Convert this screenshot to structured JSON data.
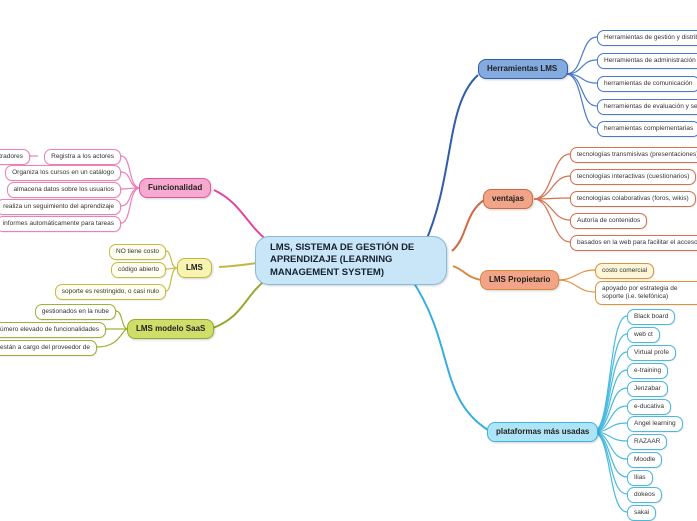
{
  "center": {
    "label": "LMS, SISTEMA DE GESTIÓN DE APRENDIZAJE (LEARNING MANAGEMENT SYSTEM)"
  },
  "palette": {
    "center_fill": "#c8e6f7",
    "herramientas": "#2f5da8",
    "ventajas": "#cd6a42",
    "propietario": "#d98a3f",
    "plataformas": "#35aede",
    "funcionalidad": "#e2459c",
    "lms": "#c3b83d",
    "saas": "#93ab2d"
  },
  "branches": {
    "herramientas": {
      "label": "Herramientas LMS",
      "children": [
        "Herramientas de gestión y distribución",
        "Herramientas de administración de usuarios",
        "herramientas de comunicación",
        "herramientas de evaluación y seguimiento",
        "herramientas complementarias"
      ]
    },
    "ventajas": {
      "label": "ventajas",
      "children": [
        "tecnologías transmisivas (presentaciones)",
        "tecnologías interactivas (cuestionarios)",
        "tecnologías colaborativas (foros, wikis)",
        "Autoría de contenidos",
        "basados en la web para facilitar el acceso a los contenidos"
      ]
    },
    "propietario": {
      "label": "LMS Propietario",
      "children": [
        "costo comercial",
        "apoyado por estrategia de soporte (i.e. telefónica)"
      ]
    },
    "plataformas": {
      "label": "plataformas más usadas",
      "children": [
        "Black board",
        "web ct",
        "Virtual profe",
        "e-training",
        "Jenzabar",
        "e-ducativa",
        "Angel learning",
        "RAZAAR",
        "Moodle",
        "Ilias",
        "dokeos",
        "sakai"
      ]
    },
    "funcionalidad": {
      "label": "Funcionalidad",
      "children": [
        "alumnos, profesores y administradores",
        "Registra a los actores",
        "Organiza los cursos en un catálogo",
        "almacena datos sobre los usuarios",
        "realiza un seguimiento del aprendizaje",
        "informes automáticamente para tareas"
      ]
    },
    "lms": {
      "label": "LMS",
      "children": [
        "NO tiene costo",
        "código abierto",
        "soporte es restringido, o casi nulo"
      ]
    },
    "saas": {
      "label": "LMS modelo SaaS",
      "children": [
        "gestionados en la nube",
        "número elevado de funcionalidades",
        "en están a cargo del proveedor de"
      ]
    }
  }
}
